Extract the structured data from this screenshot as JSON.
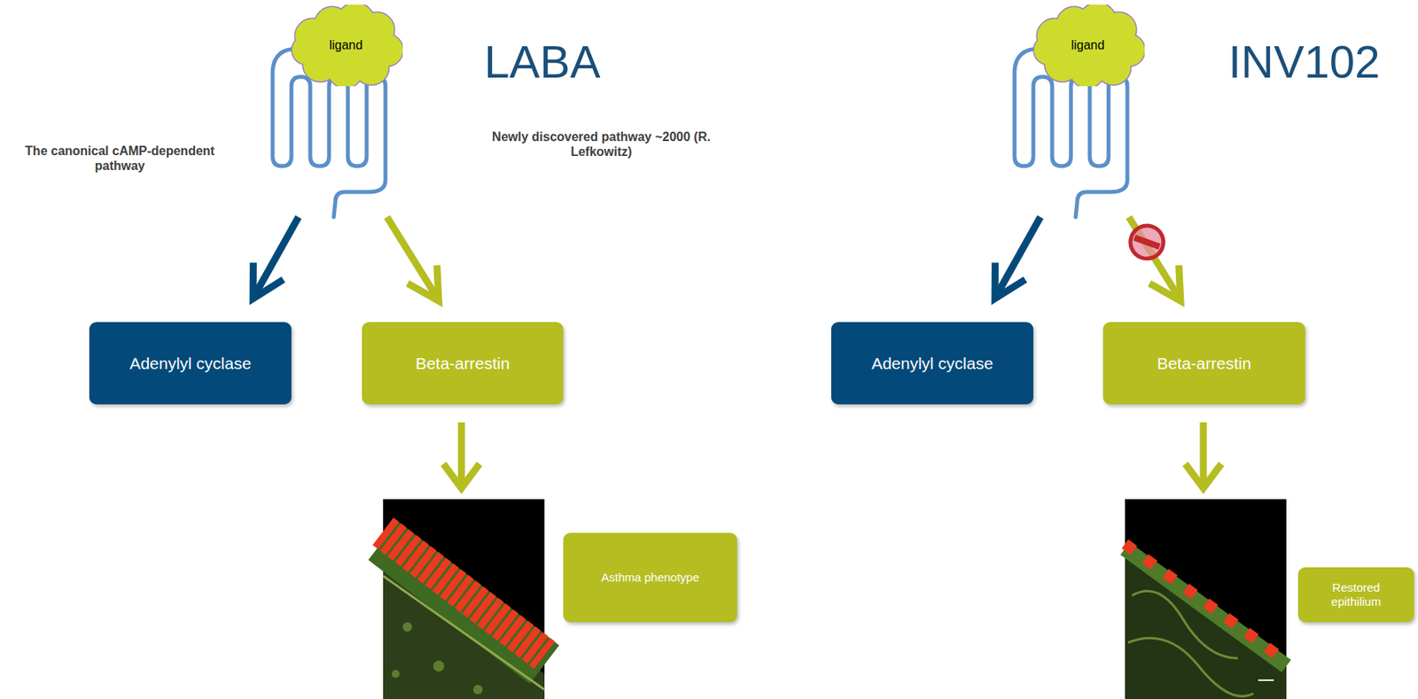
{
  "diagram": {
    "nodes": [
      {
        "text": [
          "ligand"
        ]
      },
      {
        "text": [
          "Adenylyl cyclase"
        ]
      },
      {
        "text": [
          "Beta-arrestin"
        ]
      },
      {
        "text": [
          "Asthma phenotype"
        ]
      },
      {
        "text": [
          "ligand"
        ]
      },
      {
        "text": [
          "Adenylyl cyclase"
        ]
      },
      {
        "text": [
          "Beta-arrestin"
        ]
      },
      {
        "text": [
          "Restored epithilium"
        ]
      }
    ],
    "labels": [
      "LABA",
      "The canonical cAMP-dependent pathway",
      "Newly discovered pathway ~2000 (R. Lefkowitz)",
      "INV102"
    ]
  }
}
